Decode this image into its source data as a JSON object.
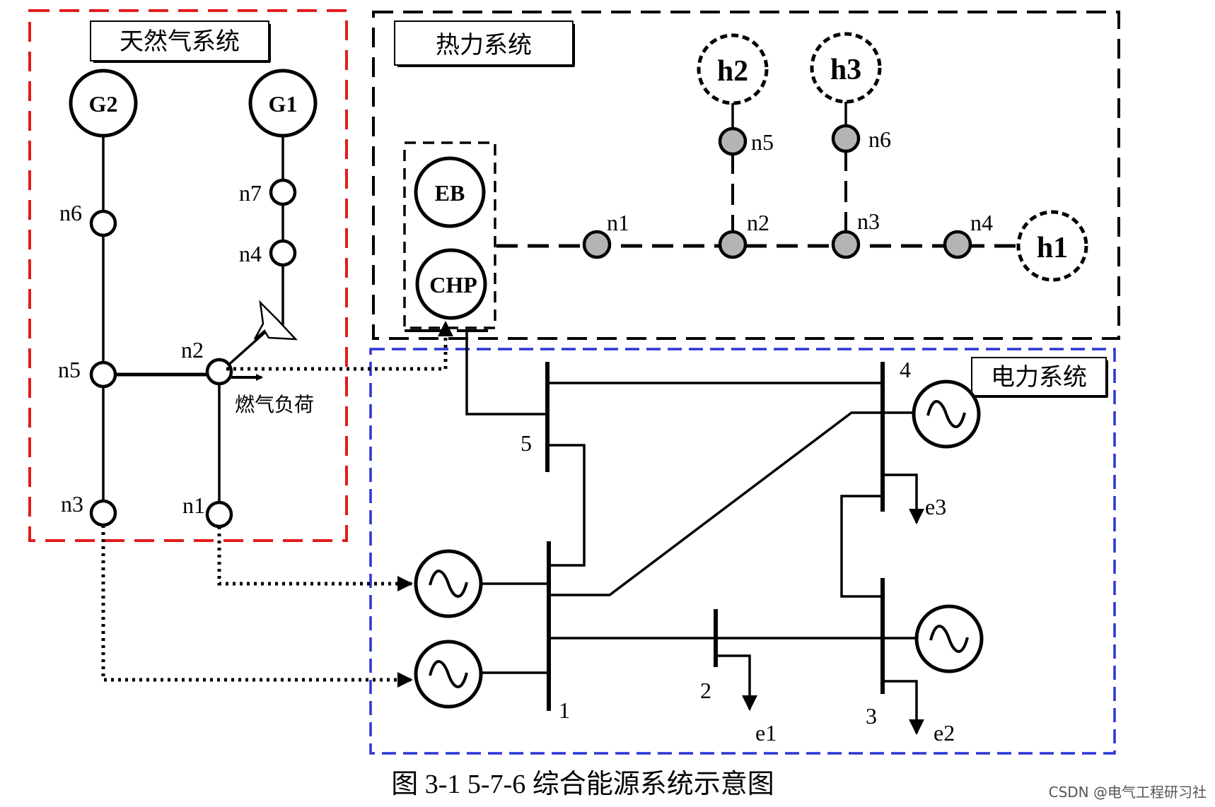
{
  "systems": {
    "gas": {
      "title": "天然气系统",
      "color": "#e31b1b"
    },
    "heat": {
      "title": "热力系统",
      "color": "#000000"
    },
    "power": {
      "title": "电力系统",
      "color": "#2b35d6"
    }
  },
  "gas": {
    "sources": [
      "G2",
      "G1"
    ],
    "nodes": [
      "n6",
      "n7",
      "n4",
      "n5",
      "n2",
      "n3",
      "n1"
    ],
    "load_label": "燃气负荷"
  },
  "heat": {
    "units": [
      "EB",
      "CHP"
    ],
    "nodes": [
      "n1",
      "n2",
      "n3",
      "n4",
      "n5",
      "n6"
    ],
    "loads": [
      "h1",
      "h2",
      "h3"
    ],
    "node_fill": "#b4b4b4"
  },
  "power": {
    "buses": [
      "1",
      "2",
      "3",
      "4",
      "5"
    ],
    "loads": [
      "e1",
      "e2",
      "e3"
    ]
  },
  "caption": "图 3-1 5-7-6 综合能源系统示意图",
  "watermark": "CSDN @电气工程研习社"
}
